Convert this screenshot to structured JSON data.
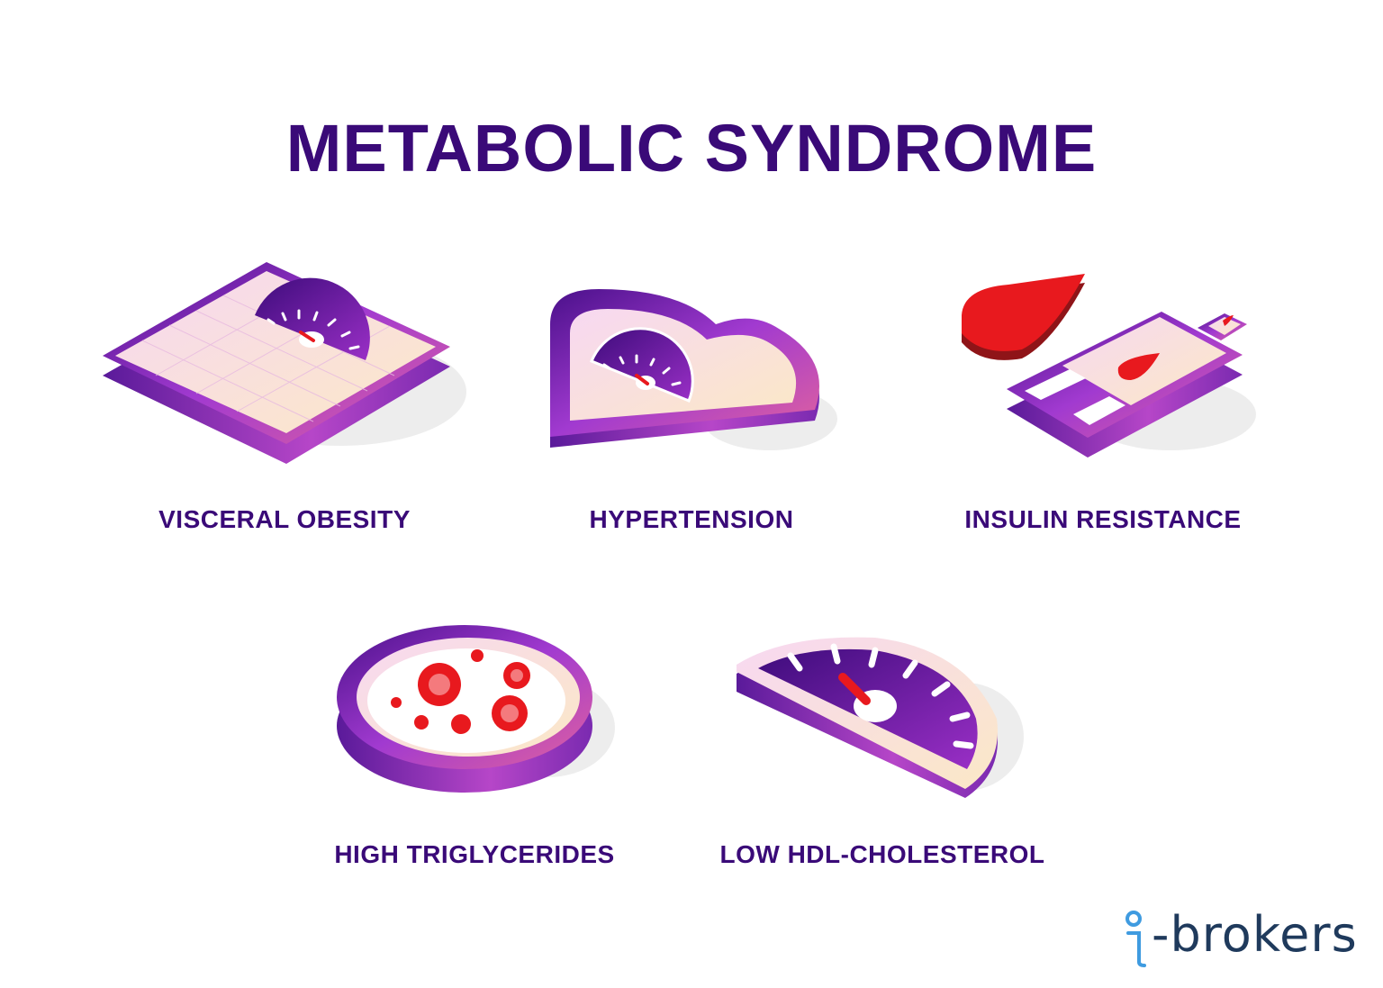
{
  "title": "METABOLIC SYNDROME",
  "items": [
    {
      "label": "VISCERAL OBESITY",
      "icon": "scale-icon"
    },
    {
      "label": "HYPERTENSION",
      "icon": "heart-gauge-icon"
    },
    {
      "label": "INSULIN RESISTANCE",
      "icon": "glucometer-icon"
    },
    {
      "label": "HIGH TRIGLYCERIDES",
      "icon": "petri-dish-icon"
    },
    {
      "label": "LOW HDL-CHOLESTEROL",
      "icon": "gauge-icon"
    }
  ],
  "logo": {
    "text": "-brokers",
    "letter": "i"
  },
  "colors": {
    "title": "#3a0a78",
    "accent": "#8b2fc9",
    "red": "#e8191e",
    "logo": "#1f3a5c",
    "logo_i": "#3f9be0"
  }
}
